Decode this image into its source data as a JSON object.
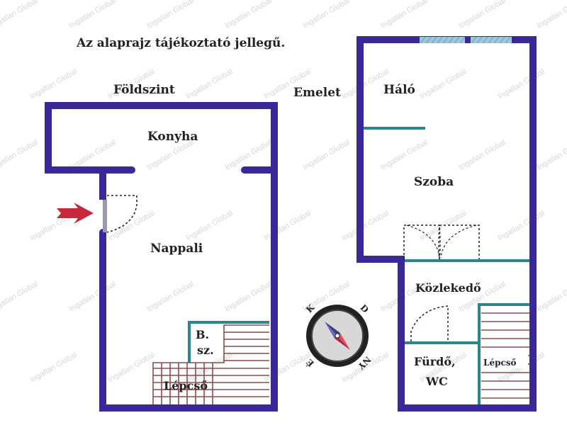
{
  "notice": "Az alaprajz tájékoztató jellegű.",
  "floors": {
    "ground": {
      "label": "Földszint",
      "rooms": {
        "kitchen": "Konyha",
        "living": "Nappali",
        "storage_line1": "B.",
        "storage_line2": "sz.",
        "stairs": "Lépcső"
      }
    },
    "upper": {
      "label": "Emelet",
      "rooms": {
        "bedroom": "Háló",
        "room": "Szoba",
        "hallway": "Közlekedő",
        "bath_line1": "Fürdő,",
        "bath_line2": "WC",
        "stairs": "Lépcső"
      }
    }
  },
  "compass": {
    "letters": {
      "north": "É",
      "east": "K",
      "south": "D",
      "west": "NY"
    }
  },
  "watermark": "Ingatlan Global",
  "colors": {
    "wall": "#3a2896",
    "partition": "#2a8590",
    "stairs": "#8c4a4a",
    "entrance_arrow": "#c8283c",
    "window": "#9fc6d8"
  }
}
